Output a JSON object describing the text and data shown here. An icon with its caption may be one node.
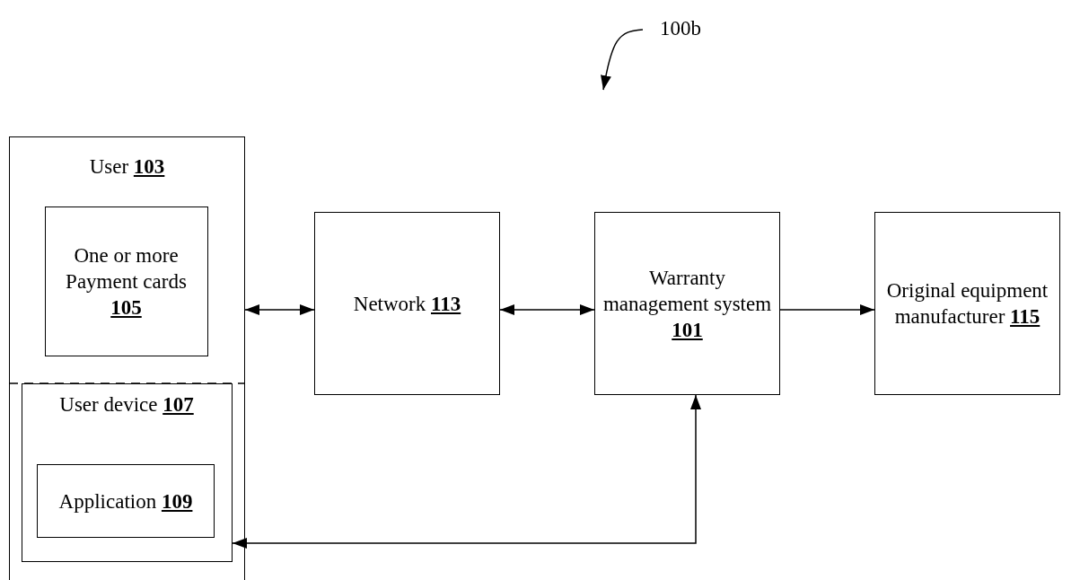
{
  "diagram": {
    "nodes": [
      {
        "text": [
          "100b"
        ]
      },
      {
        "text": [
          "User **103**"
        ]
      },
      {
        "text": [
          "One or more Payment cards **105**"
        ],
        "in": 1
      },
      {
        "text": [
          "User device **107**"
        ],
        "in": 1
      },
      {
        "text": [
          "Application **109**"
        ],
        "in": 3
      },
      {
        "text": [
          "Network **113**"
        ]
      },
      {
        "text": [
          "Warranty management system **101**"
        ]
      },
      {
        "text": [
          "Original equipment manufacturer **115**"
        ]
      }
    ],
    "edges": [
      {
        "from": 0,
        "to": null,
        "arrow": "to"
      },
      {
        "from": 1,
        "to": 5,
        "arrow": "both"
      },
      {
        "from": 5,
        "to": 6,
        "arrow": "both"
      },
      {
        "from": 6,
        "to": 7,
        "arrow": "to"
      },
      {
        "from": 6,
        "to": 3,
        "arrow": "both"
      }
    ]
  }
}
